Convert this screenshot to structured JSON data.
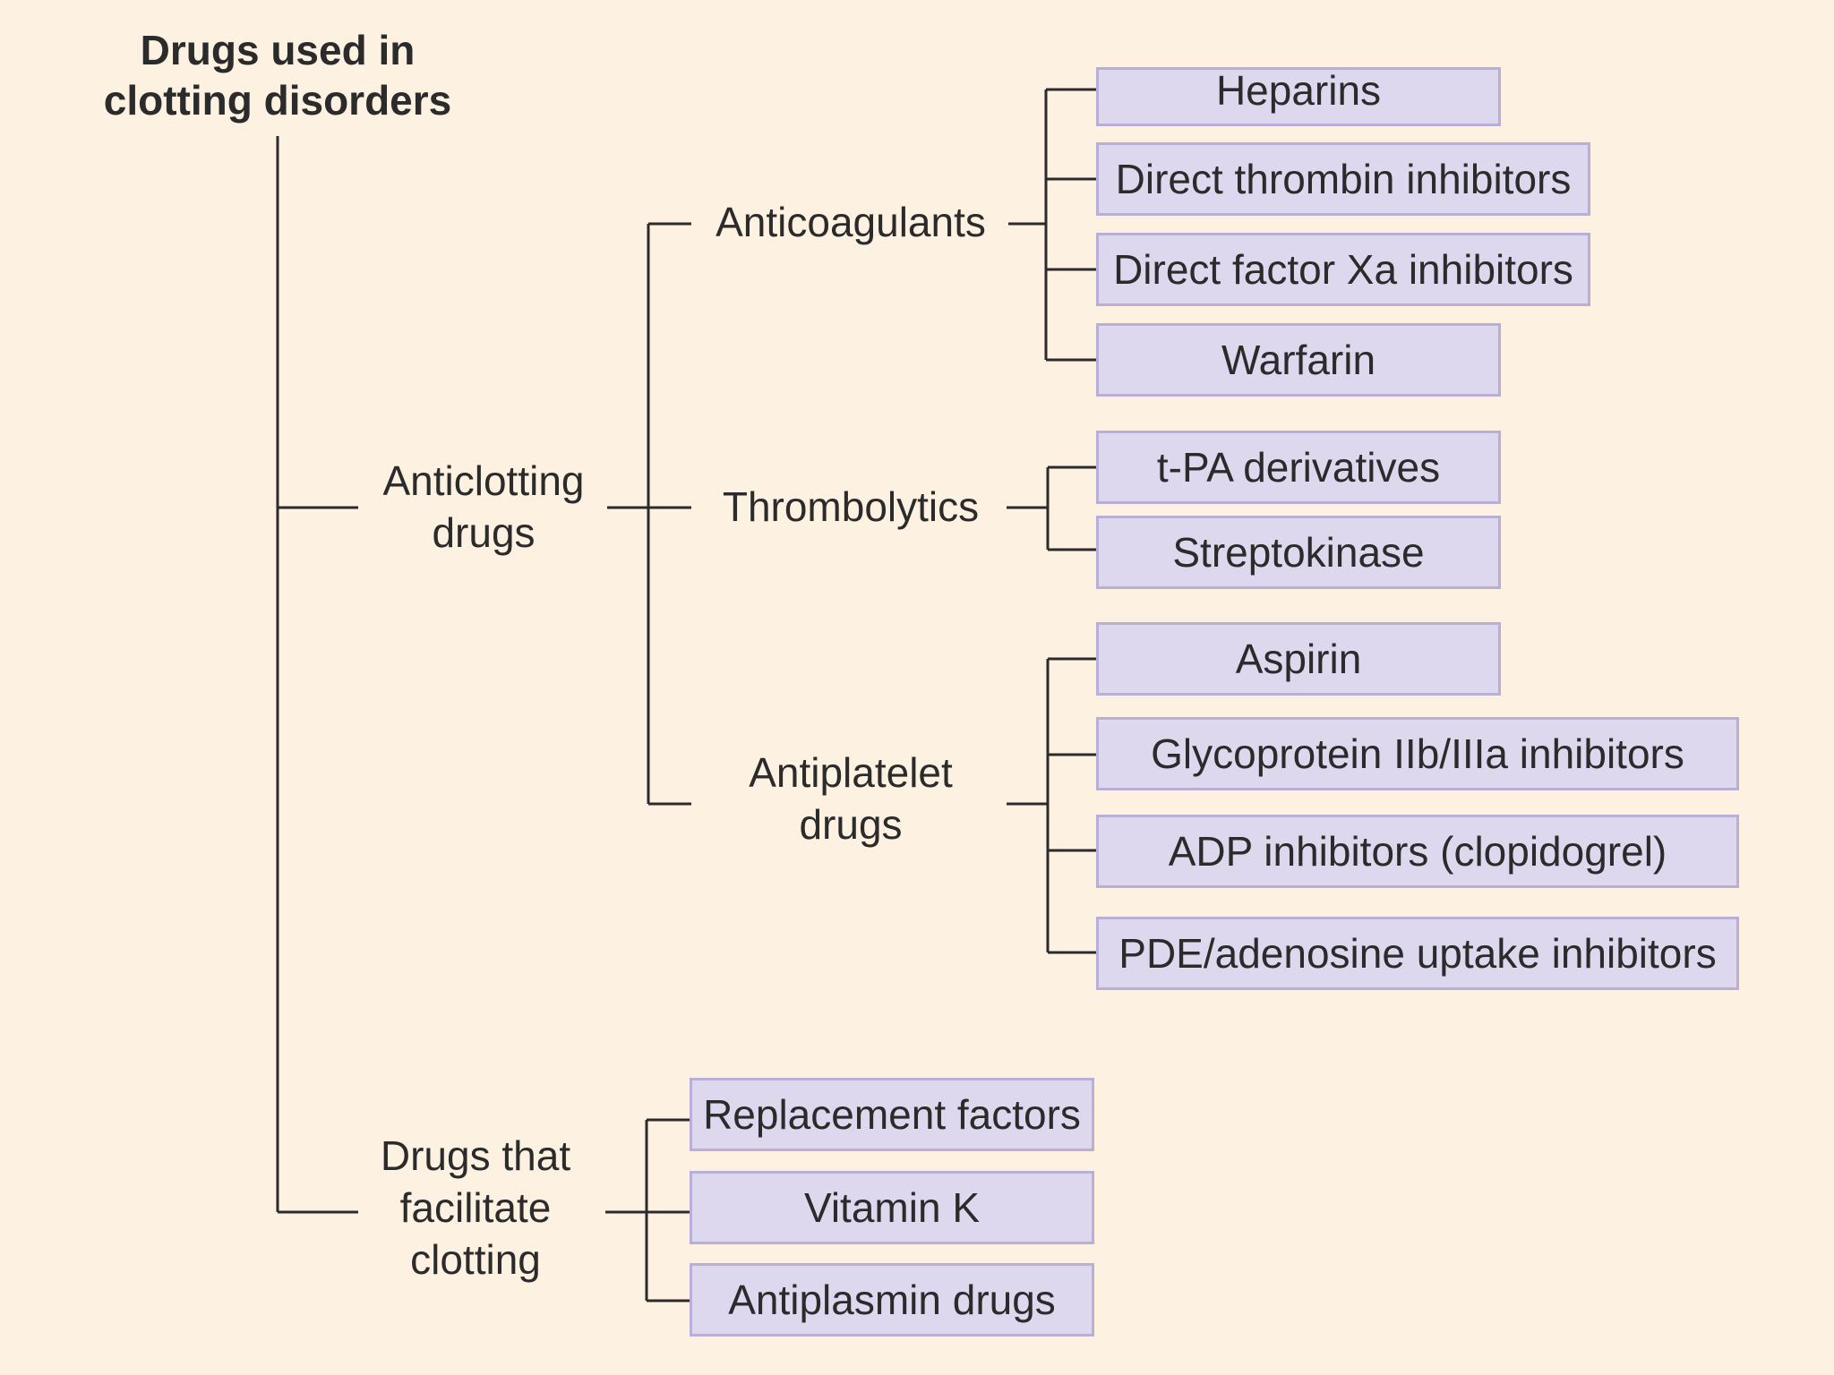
{
  "title": {
    "line1": "Drugs used in",
    "line2": "clotting disorders"
  },
  "branches": {
    "anticlotting": {
      "line1": "Anticlotting",
      "line2": "drugs"
    },
    "facilitate": {
      "line1": "Drugs that",
      "line2": "facilitate",
      "line3": "clotting"
    }
  },
  "categories": {
    "anticoagulants": "Anticoagulants",
    "thrombolytics": "Thrombolytics",
    "antiplatelet": {
      "line1": "Antiplatelet",
      "line2": "drugs"
    }
  },
  "items": {
    "anticoagulants": [
      "Heparins",
      "Direct thrombin inhibitors",
      "Direct factor Xa inhibitors",
      "Warfarin"
    ],
    "thrombolytics": [
      "t-PA derivatives",
      "Streptokinase"
    ],
    "antiplatelet": [
      "Aspirin",
      "Glycoprotein IIb/IIIa inhibitors",
      "ADP inhibitors (clopidogrel)",
      "PDE/adenosine uptake inhibitors"
    ],
    "facilitate": [
      "Replacement factors",
      "Vitamin K",
      "Antiplasmin drugs"
    ]
  },
  "colors": {
    "background": "#fdf1e1",
    "box_fill": "#ddd8ee",
    "box_border": "#b7afd6",
    "line": "#2b2b2b"
  }
}
